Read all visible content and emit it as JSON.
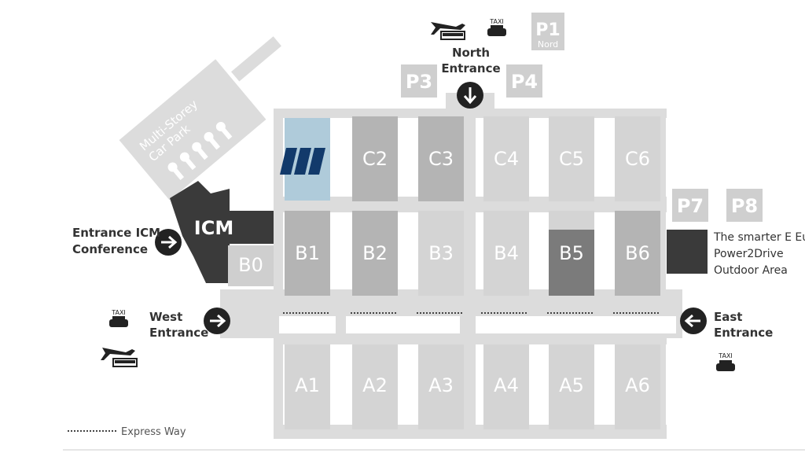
{
  "multistorey": {
    "line1": "Multi-Storey",
    "line2": "Car Park"
  },
  "north": {
    "line1": "North",
    "line2": "Entrance"
  },
  "west": {
    "line1": "West",
    "line2": "Entrance"
  },
  "east": {
    "line1": "East",
    "line2": "Entrance"
  },
  "icm_entrance": {
    "line1": "Entrance ICM",
    "line2": "Conference"
  },
  "outdoor": {
    "line1": "The smarter E Europe",
    "line2": "Power2Drive",
    "line3": "Outdoor Area"
  },
  "icm": "ICM",
  "parking": {
    "p1": "P1",
    "p1_sub": "Nord",
    "p3": "P3",
    "p4": "P4",
    "p7": "P7",
    "p8": "P8"
  },
  "halls": {
    "c2": "C2",
    "c3": "C3",
    "c4": "C4",
    "c5": "C5",
    "c6": "C6",
    "b0": "B0",
    "b1": "B1",
    "b2": "B2",
    "b3": "B3",
    "b4": "B4",
    "b5": "B5",
    "b6": "B6",
    "a1": "A1",
    "a2": "A2",
    "a3": "A3",
    "a4": "A4",
    "a5": "A5",
    "a6": "A6"
  },
  "taxi": "TAXI",
  "legend": {
    "express_way": "Express Way"
  },
  "colors": {
    "light": "#d9d9d9",
    "mid": "#b4b4b4",
    "dark": "#7b7b7b",
    "darkest": "#3a3a3a",
    "highlight": "#afcbda",
    "logo": "#123a6b",
    "bg": "#ffffff"
  },
  "icons": [
    "arrow-down-icon",
    "arrow-right-icon",
    "arrow-left-icon",
    "plane-icon",
    "bus-icon",
    "taxi-icon",
    "brand-logo"
  ]
}
